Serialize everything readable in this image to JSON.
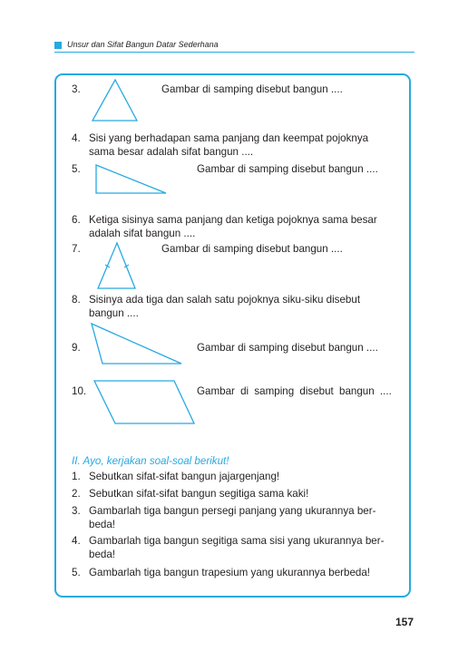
{
  "header": {
    "title": "Unsur dan Sifat Bangun Datar Sederhana"
  },
  "questions": [
    {
      "num": "3.",
      "text": "Gambar di samping disebut bangun ...."
    },
    {
      "num": "4.",
      "line1": "Sisi yang berhadapan sama panjang dan keempat pojoknya",
      "line2": "sama besar adalah sifat bangun ...."
    },
    {
      "num": "5.",
      "text": "Gambar di samping disebut bangun ...."
    },
    {
      "num": "6.",
      "line1": "Ketiga sisinya sama panjang dan ketiga pojoknya sama besar",
      "line2": "adalah sifat bangun ...."
    },
    {
      "num": "7.",
      "text": "Gambar di samping disebut bangun ...."
    },
    {
      "num": "8.",
      "line1": "Sisinya ada tiga dan salah satu pojoknya siku-siku disebut",
      "line2": "bangun ...."
    },
    {
      "num": "9.",
      "text": "Gambar di samping disebut bangun ...."
    },
    {
      "num": "10.",
      "text": "Gambar di samping disebut bangun ...."
    }
  ],
  "section2": {
    "heading": "II.  Ayo, kerjakan soal-soal berikut!",
    "items": [
      {
        "num": "1.",
        "text": "Sebutkan sifat-sifat bangun jajargenjang!"
      },
      {
        "num": "2.",
        "text": "Sebutkan sifat-sifat bangun segitiga sama kaki!"
      },
      {
        "num": "3.",
        "line1": "Gambarlah tiga bangun persegi panjang yang ukurannya ber-",
        "line2": "beda!"
      },
      {
        "num": "4.",
        "line1": "Gambarlah tiga bangun segitiga sama sisi yang ukurannya ber-",
        "line2": "beda!"
      },
      {
        "num": "5.",
        "text": "Gambarlah tiga bangun trapesium yang ukurannya berbeda!"
      }
    ]
  },
  "page_number": "157",
  "colors": {
    "accent": "#27a9e1",
    "text": "#231f20"
  }
}
